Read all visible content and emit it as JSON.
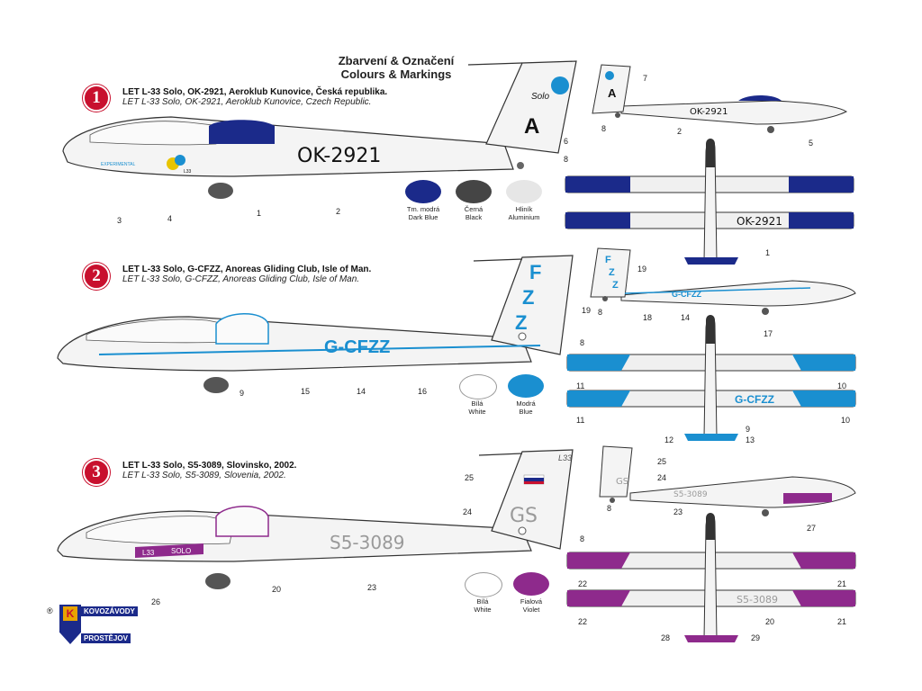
{
  "title": {
    "cz": "Zbarvení & Označení",
    "en": "Colours & Markings"
  },
  "schemes": [
    {
      "number": "1",
      "title": "LET  L-33 Solo, OK-2921, Aeroklub Kunovice, Česká republika.",
      "subtitle": "LET  L-33 Solo, OK-2921, Aeroklub Kunovice, Czech Republic.",
      "registration": "OK-2921",
      "fin_letter": "A",
      "fin_script": "Solo",
      "nose_text": "EXPERIMENTAL",
      "nose_badge": "L33",
      "accent": "#1b2a8a"
    },
    {
      "number": "2",
      "title": "LET  L-33 Solo, G-CFZZ, Anoreas Gliding Club, Isle of Man.",
      "subtitle": "LET  L-33 Solo, G-CFZZ, Anoreas Gliding Club, Isle of Man.",
      "registration": "G-CFZZ",
      "fin_letters": [
        "F",
        "Z",
        "Z"
      ],
      "accent": "#1a8fd0"
    },
    {
      "number": "3",
      "title": "LET  L-33 Solo, S5-3089, Slovinsko, 2002.",
      "subtitle": "LET  L-33 Solo, S5-3089, Slovenia, 2002.",
      "registration": "S5-3089",
      "fin_code": "GS",
      "fin_type": "L33",
      "canopy_text": [
        "L33",
        "SOLO"
      ],
      "accent": "#8e2a8c"
    }
  ],
  "swatches": {
    "scheme1": [
      {
        "cz": "Tm. modrá",
        "en": "Dark Blue",
        "color": "#1b2a8a"
      },
      {
        "cz": "Černá",
        "en": "Black",
        "color": "#454545"
      },
      {
        "cz": "Hliník",
        "en": "Aluminium",
        "color": "#e6e6e6"
      }
    ],
    "scheme2": [
      {
        "cz": "Bílá",
        "en": "White",
        "color": "#ffffff"
      },
      {
        "cz": "Modrá",
        "en": "Blue",
        "color": "#1a8fd0"
      }
    ],
    "scheme3": [
      {
        "cz": "Bílá",
        "en": "White",
        "color": "#ffffff"
      },
      {
        "cz": "Fialová",
        "en": "Violet",
        "color": "#8e2a8c"
      }
    ]
  },
  "callouts": {
    "s1_main": [
      "1",
      "2",
      "3",
      "4",
      "6",
      "8"
    ],
    "s1_side": [
      "7",
      "8",
      "2",
      "5"
    ],
    "s1_top": [
      "1"
    ],
    "s2_main": [
      "9",
      "14",
      "15",
      "16",
      "19",
      "8"
    ],
    "s2_side": [
      "19",
      "8",
      "18",
      "14",
      "17"
    ],
    "s2_top": [
      "11",
      "10",
      "11",
      "10",
      "9",
      "12",
      "13"
    ],
    "s3_main": [
      "25",
      "24",
      "8",
      "20",
      "23",
      "26"
    ],
    "s3_side": [
      "25",
      "24",
      "8",
      "23",
      "27"
    ],
    "s3_top": [
      "22",
      "21",
      "22",
      "20",
      "21",
      "28",
      "29"
    ]
  },
  "logo": {
    "top": "KOVOZÁVODY",
    "bottom": "PROSTĚJOV",
    "mark": "K",
    "sub": "®"
  }
}
